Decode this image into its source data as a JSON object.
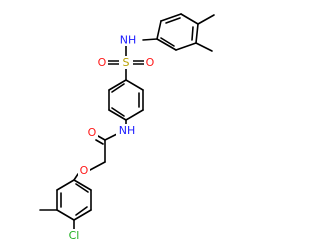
{
  "molecule": {
    "atoms": {
      "NH_top": "NH",
      "S": "S",
      "O_left": "O",
      "O_right": "O",
      "NH_mid": "NH",
      "O_carbonyl": "O",
      "O_ether": "O",
      "Cl": "Cl"
    }
  },
  "colors": {
    "bond": "#000000",
    "N": "#1a1aff",
    "O": "#ff1a1a",
    "S": "#b8a000",
    "Cl": "#22b022"
  }
}
